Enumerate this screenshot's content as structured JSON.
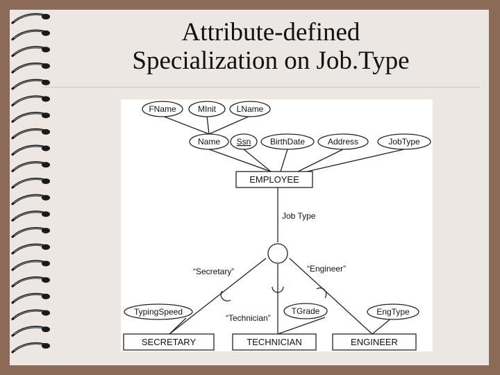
{
  "title": {
    "line1": "Attribute-defined",
    "line2": "Specialization on Job.Type"
  },
  "diagram": {
    "attributes_top": {
      "fname": "FName",
      "minit": "MInit",
      "lname": "LName"
    },
    "attributes": {
      "name": "Name",
      "ssn": "Ssn",
      "birthdate": "BirthDate",
      "address": "Address",
      "jobtype": "JobType"
    },
    "entities": {
      "employee": "EMPLOYEE",
      "secretary": "SECRETARY",
      "technician": "TECHNICIAN",
      "engineer": "ENGINEER"
    },
    "defining_attribute": "Job Type",
    "conditions": {
      "secretary": "“Secretary”",
      "technician": "“Technician”",
      "engineer": "“Engineer”"
    },
    "subclass_attributes": {
      "typing_speed": "TypingSpeed",
      "tgrade": "TGrade",
      "engtype": "EngType"
    }
  }
}
